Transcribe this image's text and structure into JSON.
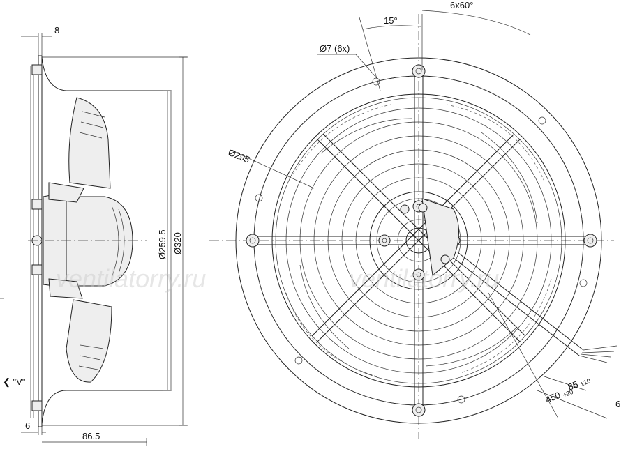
{
  "dimensions": {
    "top_flange": "8",
    "bottom_flange": "6",
    "depth": "86.5",
    "inner_diameter": "Ø259.5",
    "outer_diameter": "Ø320",
    "bolt_circle": "Ø295",
    "hole_spec": "Ø7 (6x)",
    "angle_offset": "15°",
    "angle_spacing": "6x60°",
    "cable_short": "85",
    "cable_short_tol": "±10",
    "cable_long": "450",
    "cable_long_tol": "+20",
    "wire_end": "6"
  },
  "labels": {
    "view_marker": "❮ \"V\"",
    "watermark_left": "ventilatorry.ru",
    "watermark_right": "ventilatorry.ru"
  }
}
